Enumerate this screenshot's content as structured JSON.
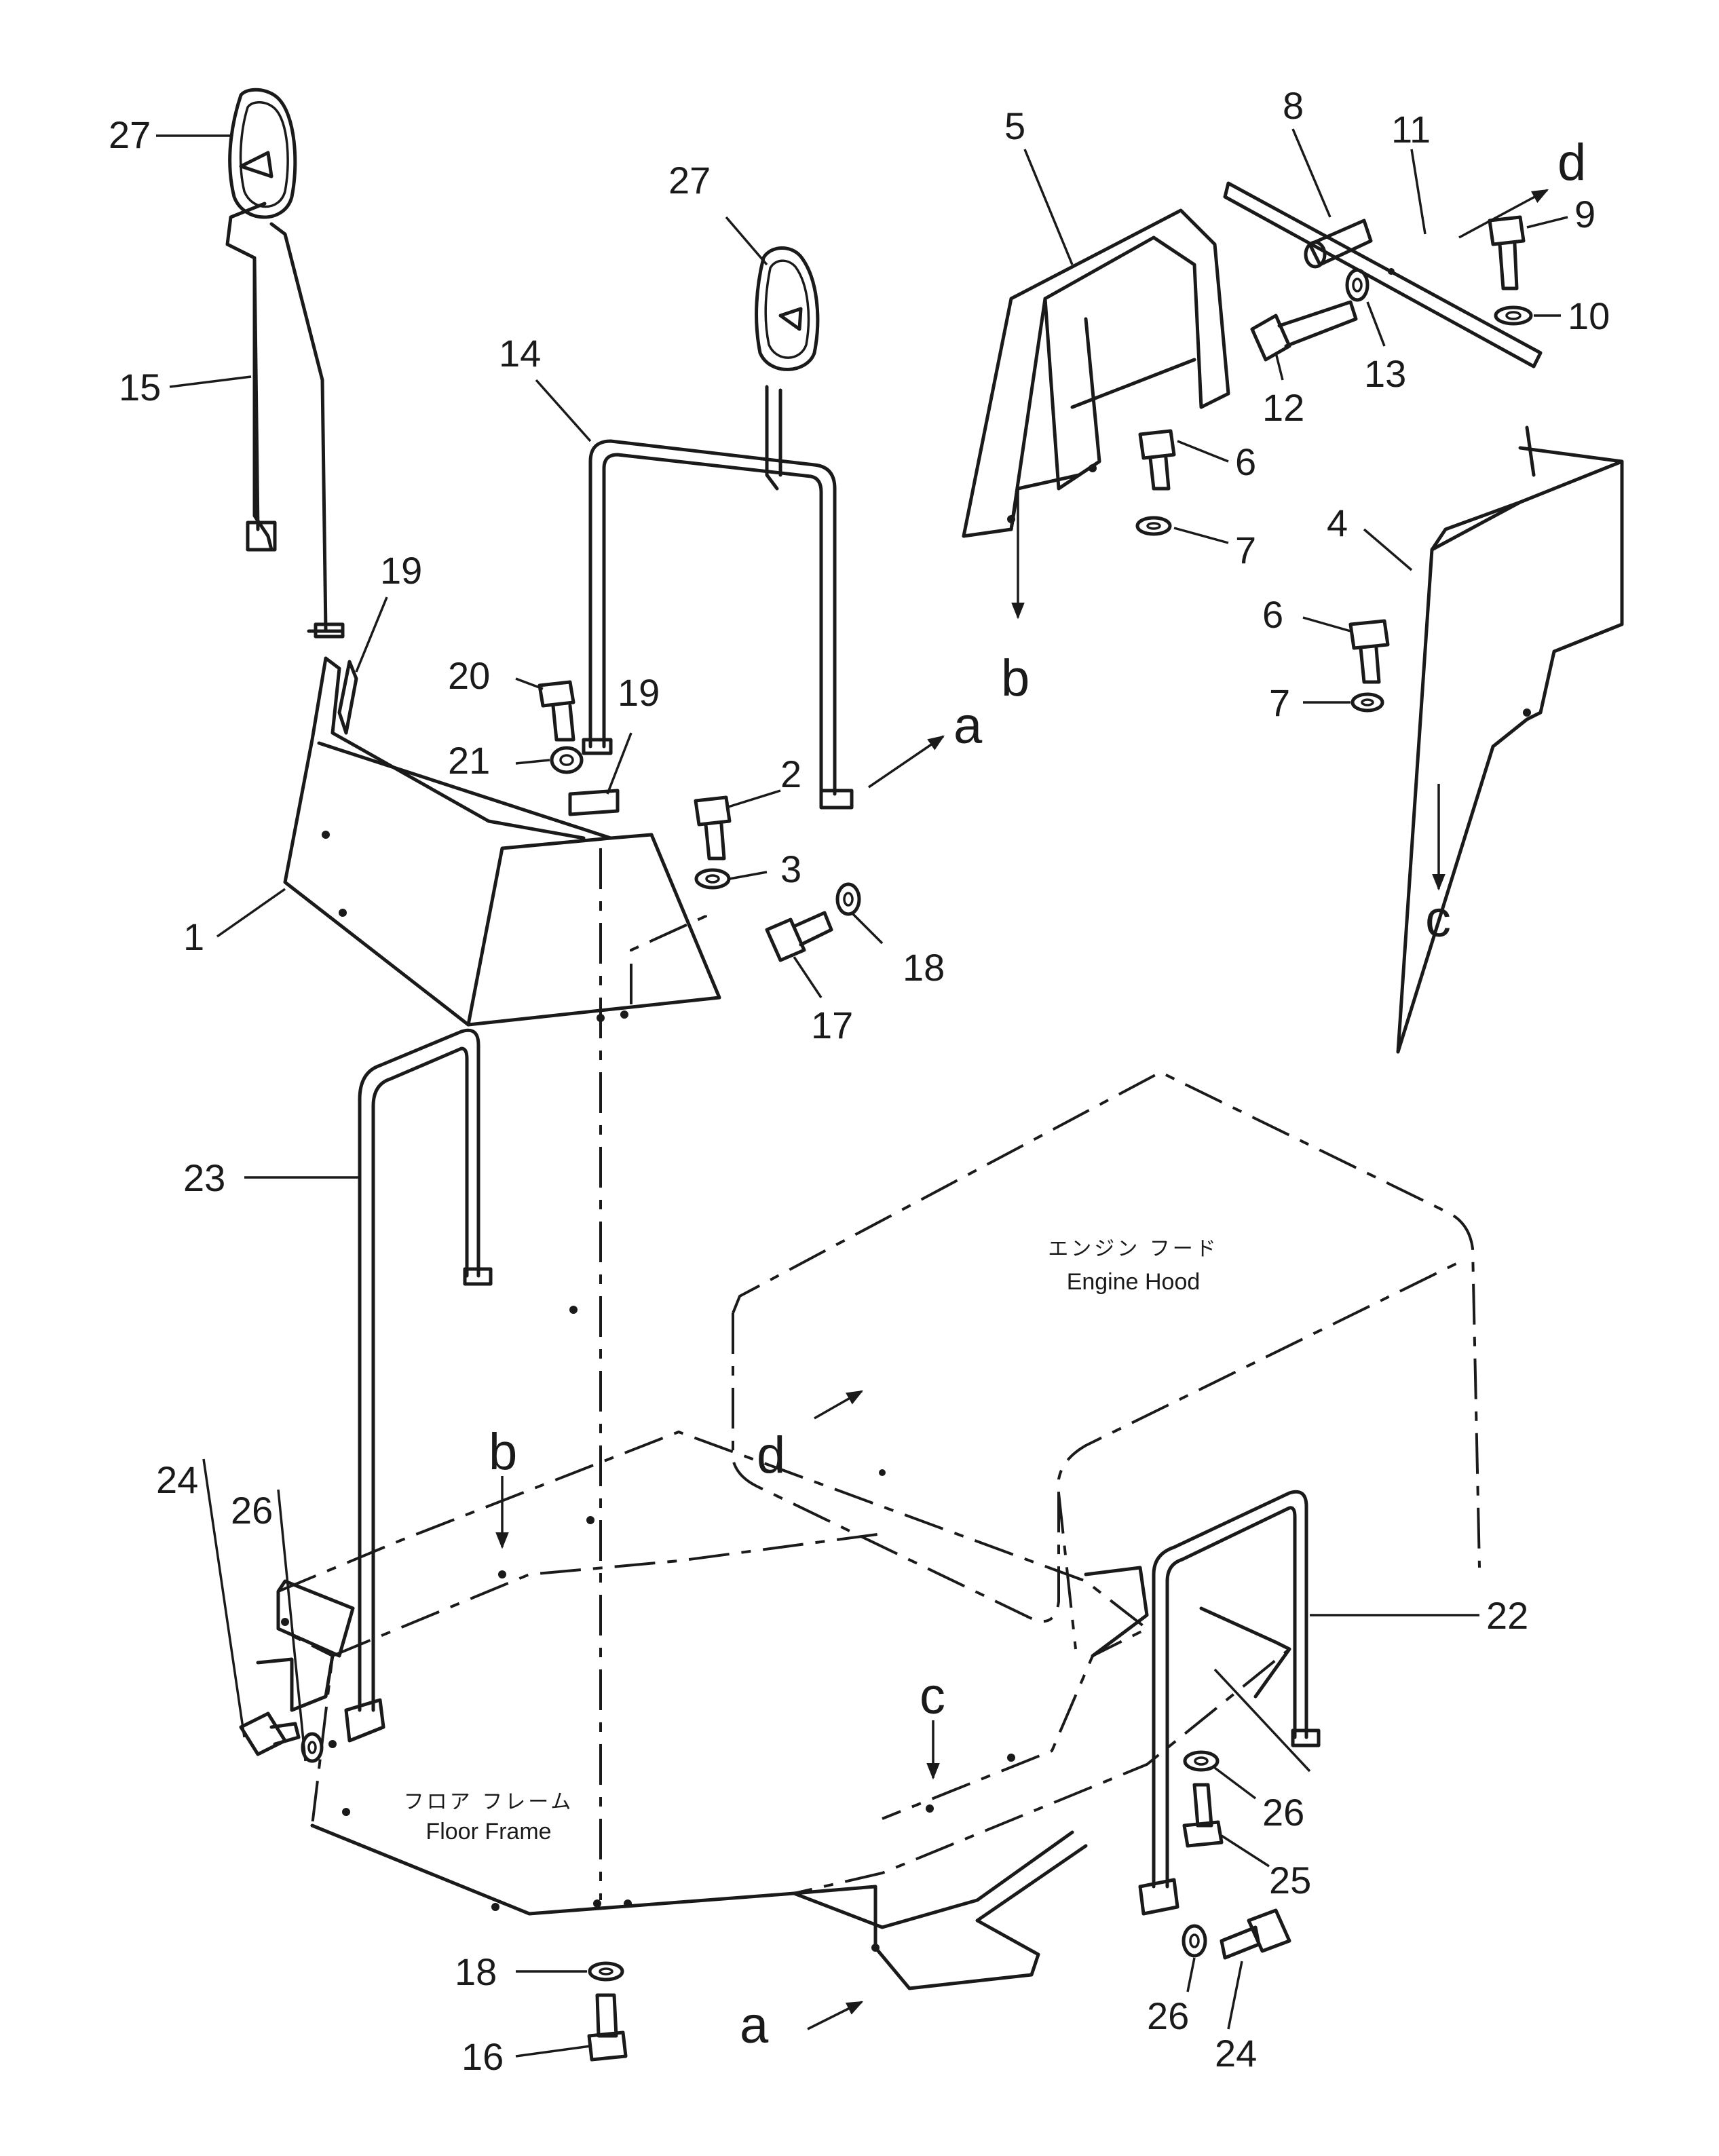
{
  "callouts": {
    "c1": "1",
    "c2": "2",
    "c3": "3",
    "c4": "4",
    "c5": "5",
    "c6a": "6",
    "c6b": "6",
    "c7a": "7",
    "c7b": "7",
    "c8": "8",
    "c9": "9",
    "c10": "10",
    "c11": "11",
    "c12": "12",
    "c13": "13",
    "c14": "14",
    "c15": "15",
    "c16": "16",
    "c17": "17",
    "c18a": "18",
    "c18b": "18",
    "c19a": "19",
    "c19b": "19",
    "c20": "20",
    "c21": "21",
    "c22": "22",
    "c23": "23",
    "c24a": "24",
    "c24b": "24",
    "c25": "25",
    "c26a": "26",
    "c26b": "26",
    "c26c": "26",
    "c27a": "27",
    "c27b": "27"
  },
  "refs": {
    "a1": "a",
    "a2": "a",
    "b1": "b",
    "b2": "b",
    "c1": "c",
    "c2": "c",
    "d1": "d",
    "d2": "d"
  },
  "labels": {
    "engine_hood_jp": "エンジン フード",
    "engine_hood_en": "Engine Hood",
    "floor_frame_jp": "フロア フレーム",
    "floor_frame_en": "Floor Frame"
  }
}
